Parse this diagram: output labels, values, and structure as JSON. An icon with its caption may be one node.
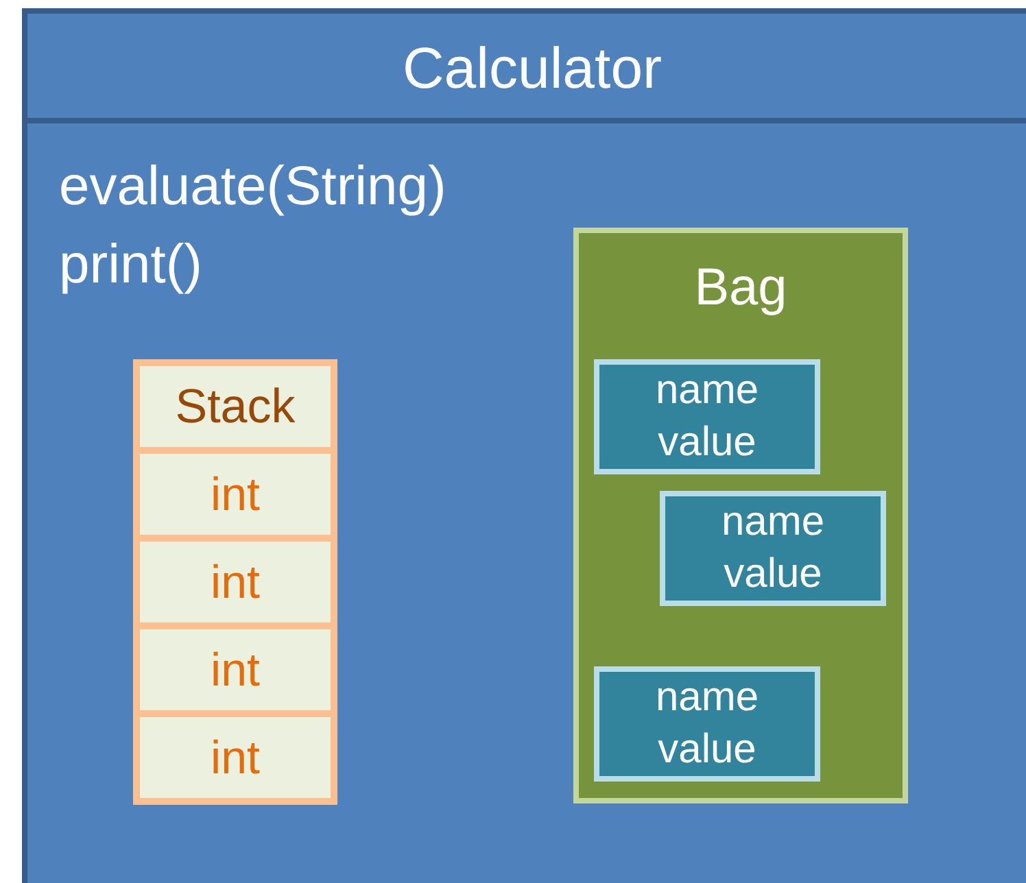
{
  "diagram": {
    "nodes": [
      {
        "text": [
          "Calculator",
          "evaluate(String)",
          "print()"
        ]
      },
      {
        "text": [
          "Stack"
        ],
        "in": 0
      },
      {
        "text": [
          "int"
        ],
        "in": 1
      },
      {
        "text": [
          "int"
        ],
        "in": 1
      },
      {
        "text": [
          "int"
        ],
        "in": 1
      },
      {
        "text": [
          "int"
        ],
        "in": 1
      },
      {
        "text": [
          "Bag"
        ],
        "in": 0
      },
      {
        "text": [
          "name",
          "value"
        ],
        "in": 6
      },
      {
        "text": [
          "name",
          "value"
        ],
        "in": 6
      },
      {
        "text": [
          "name",
          "value"
        ],
        "in": 6
      }
    ]
  }
}
